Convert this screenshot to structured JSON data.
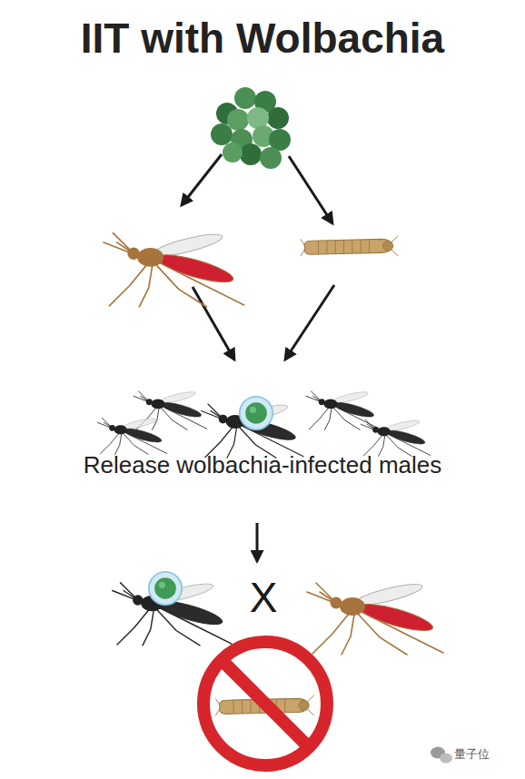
{
  "diagram": {
    "title": "IIT with Wolbachia",
    "labels": [
      "Release wolbachia-infected males",
      "X",
      "量子位"
    ]
  }
}
